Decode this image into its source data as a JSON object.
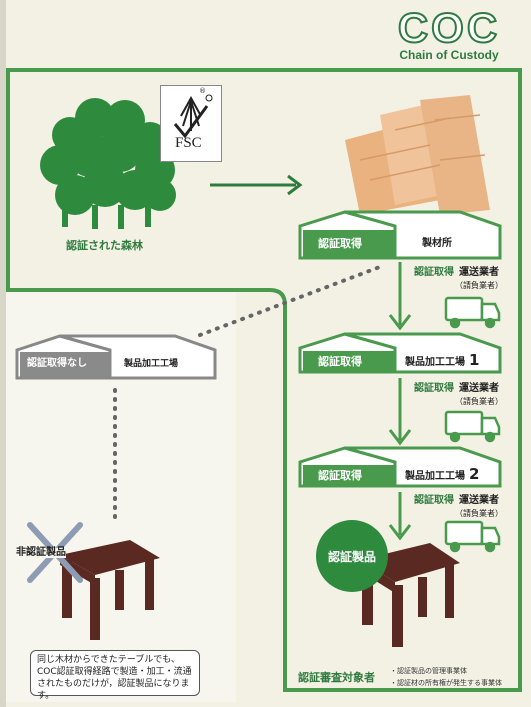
{
  "header": {
    "title": "COC",
    "subtitle": "Chain of Custody"
  },
  "forest": {
    "label": "認証された森林"
  },
  "fsc": {
    "logo_text": "FSC",
    "logo_mark": "®"
  },
  "flow": {
    "sawmill": {
      "cert": "認証取得",
      "name": "製材所"
    },
    "factory1": {
      "cert": "認証取得",
      "name": "製品加工工場",
      "number": "1"
    },
    "factory2": {
      "cert": "認証取得",
      "name": "製品加工工場",
      "number": "2"
    },
    "transport": [
      {
        "cert": "認証取得",
        "name": "運送業者",
        "sub": "（請負業者）"
      },
      {
        "cert": "認証取得",
        "name": "運送業者",
        "sub": "（請負業者）"
      },
      {
        "cert": "認証取得",
        "name": "運送業者",
        "sub": "（請負業者）"
      }
    ]
  },
  "uncertified": {
    "cert": "認証取得なし",
    "name": "製品加工工場",
    "product": "非認証製品"
  },
  "certified_product": {
    "label": "認証製品"
  },
  "note": {
    "lines": [
      "同じ木材からできたテーブルでも、",
      "COC認証取得経路で製造・加工・流通",
      "されたものだけが，認証製品になります。"
    ]
  },
  "scope": {
    "title": "認証審査対象者",
    "items": [
      "・認証製品の管理事業体",
      "・認証材の所有権が発生する事業体"
    ]
  },
  "colors": {
    "green": "#2f7b3f",
    "brown": "#5a2a22",
    "wood": "#e8b58a"
  }
}
